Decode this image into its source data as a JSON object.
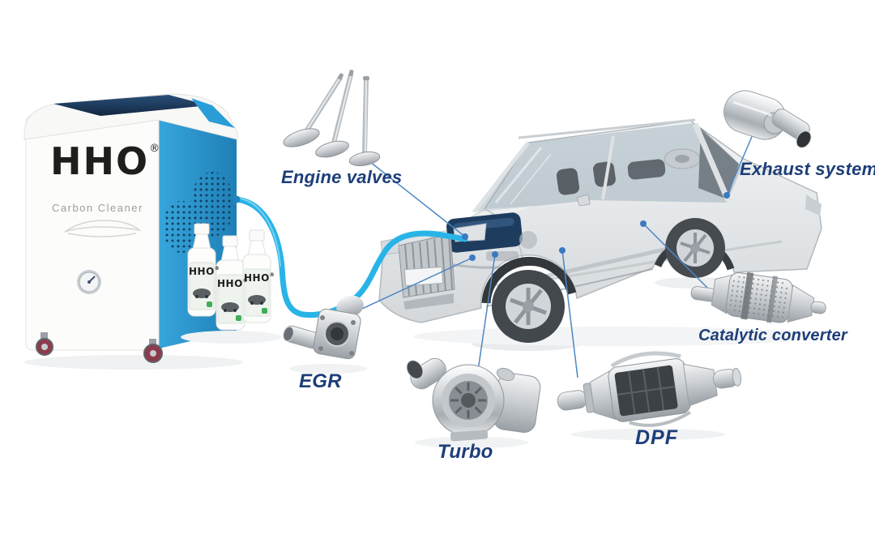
{
  "machine": {
    "brand": "HHO",
    "subtitle": "Carbon Cleaner"
  },
  "marks": {
    "registered": "®"
  },
  "bottles": [
    {
      "brand": "HHO"
    },
    {
      "brand": "HHO"
    },
    {
      "brand": "HHO"
    }
  ],
  "callouts": [
    {
      "id": "engine-valves",
      "label": "Engine valves"
    },
    {
      "id": "exhaust-system",
      "label": "Exhaust system"
    },
    {
      "id": "egr",
      "label": "EGR"
    },
    {
      "id": "turbo",
      "label": "Turbo"
    },
    {
      "id": "dpf",
      "label": "DPF"
    },
    {
      "id": "catalytic-converter",
      "label": "Catalytic converter"
    }
  ],
  "colors": {
    "hose": "#29b4e8",
    "label_text": "#1d3e78",
    "machine_panel": "#2a9dd7",
    "leader_line": "#4d86c4",
    "connector_dot": "#3b79c2",
    "background": "#ffffff"
  },
  "icons": {
    "gauge": "pressure-gauge-icon",
    "car_outline": "car-silhouette-icon"
  }
}
